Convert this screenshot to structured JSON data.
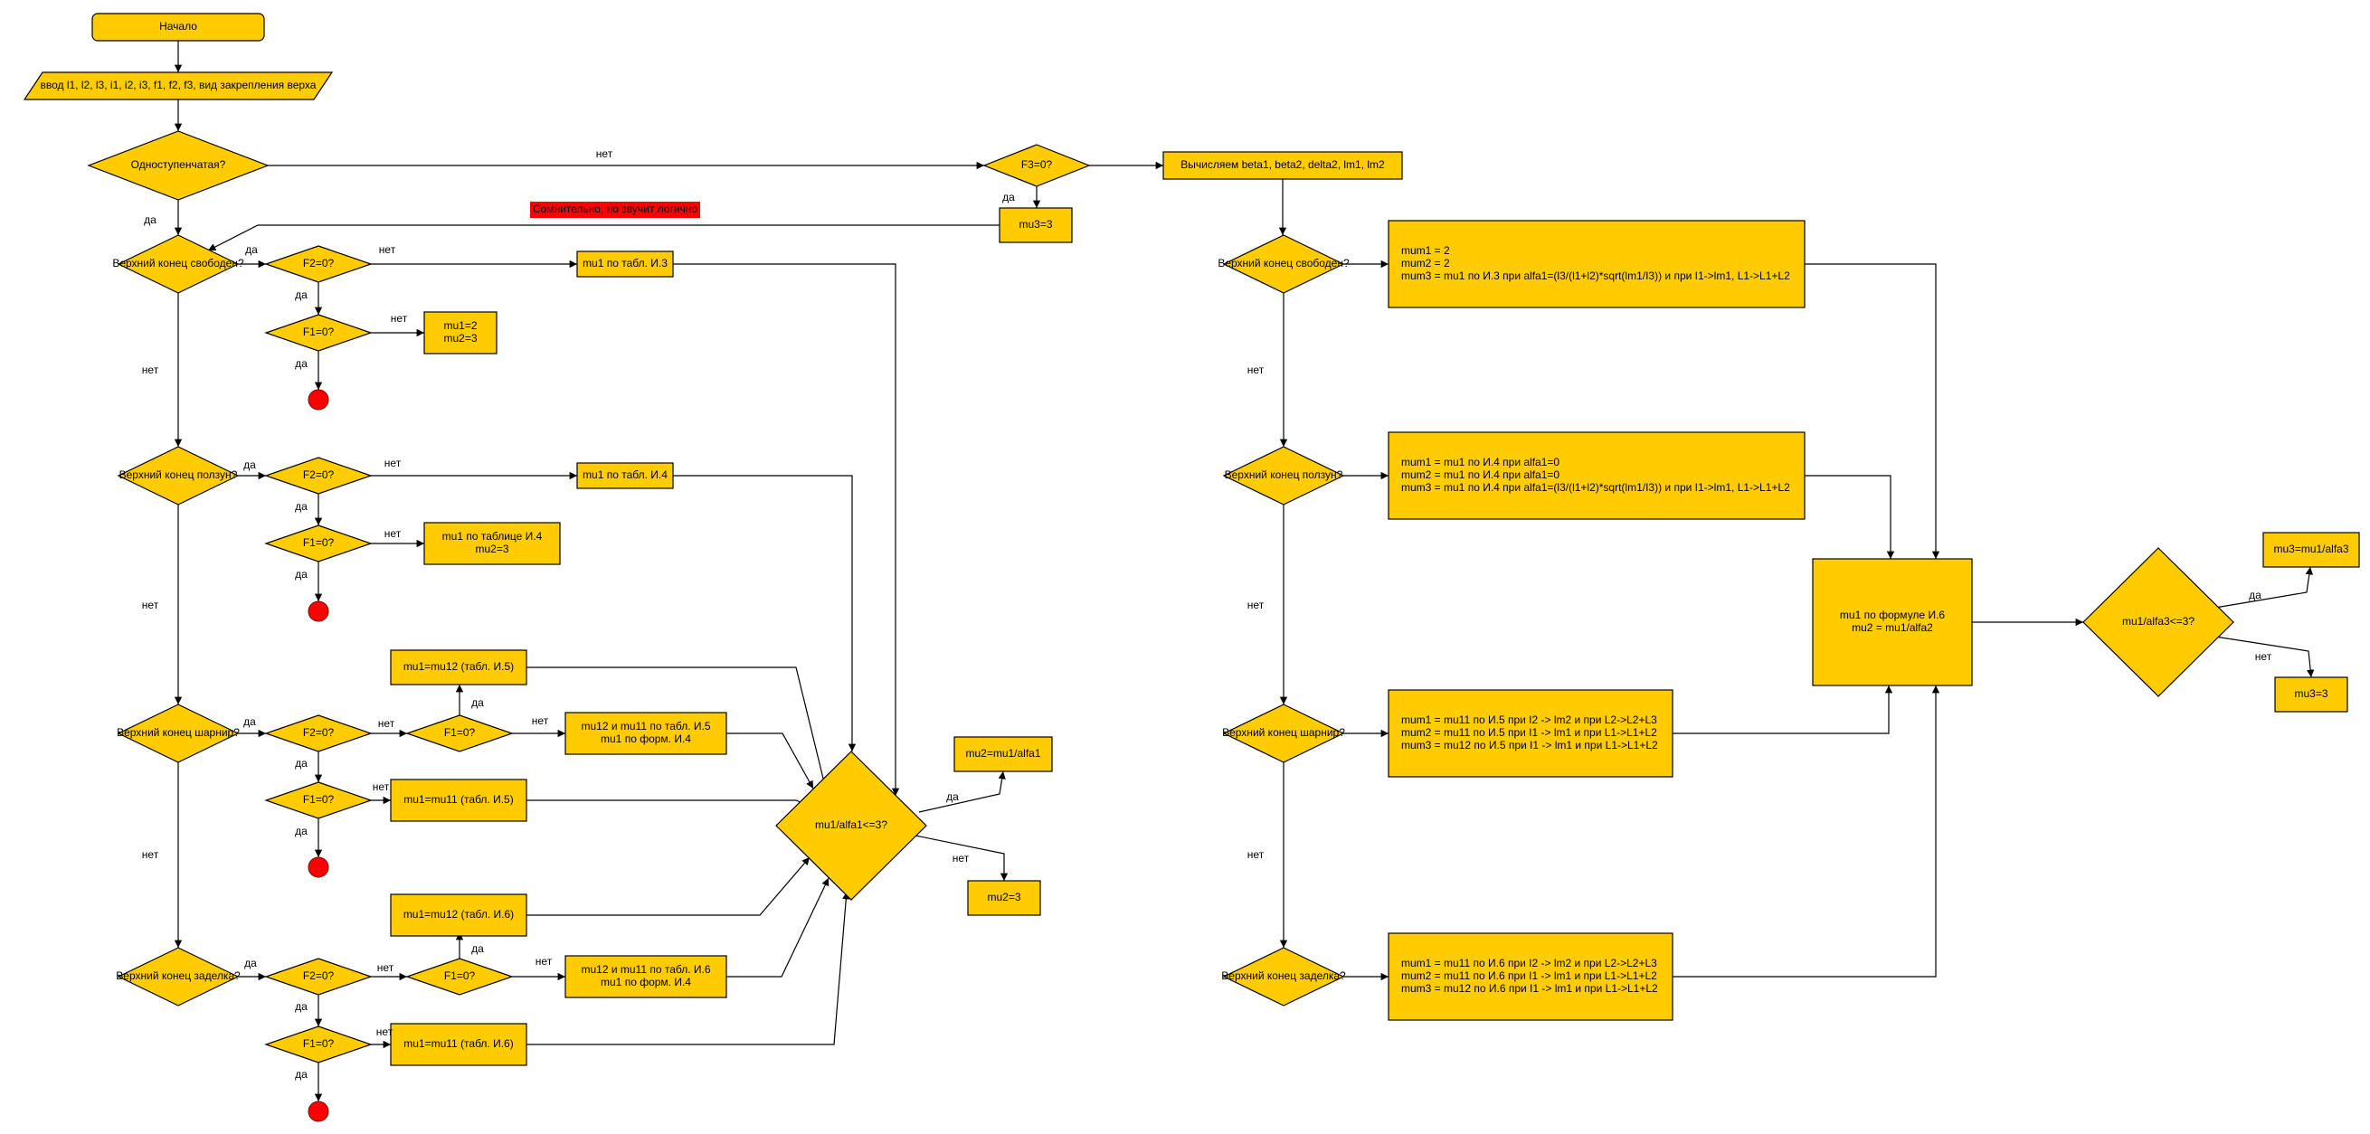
{
  "diagram": {
    "nodes": {
      "start": "Начало",
      "input": "ввод l1, l2, l3, i1, i2, i3, f1, f2, f3, вид закрепления верха",
      "one_stage": "Одноступенчатая?",
      "f3": "F3=0?",
      "mu3_3_top": "mu3=3",
      "calc_beta": "Вычисляем beta1, beta2, delta2, lm1, lm2",
      "free_l": "Верхний конец свободен?",
      "f2_free": "F2=0?",
      "mu1_t3": "mu1 по табл. И.3",
      "f1_free": "F1=0?",
      "mu12_23": "mu1=2\nmu2=3",
      "slider_l": "Верхний конец ползун?",
      "f2_slider": "F2=0?",
      "mu1_t4": "mu1 по табл. И.4",
      "f1_slider": "F1=0?",
      "mu1_tab4_mu2": "mu1 по таблице И.4\nmu2=3",
      "mu1_mu12_t5": "mu1=mu12 (табл. И.5)",
      "hinge_l": "Верхний конец шарнир?",
      "f2_hinge": "F2=0?",
      "f1_hinge_a": "F1=0?",
      "mu12_mu11_t5": "mu12 и mu11 по табл. И.5\nmu1 по форм. И.4",
      "f1_hinge_b": "F1=0?",
      "mu1_mu11_t5": "mu1=mu11 (табл. И.5)",
      "mu1_mu12_t6": "mu1=mu12 (табл. И.6)",
      "clamp_l": "Верхний конец заделка?",
      "f2_clamp": "F2=0?",
      "f1_clamp_a": "F1=0?",
      "mu12_mu11_t6": "mu12 и mu11 по табл. И.6\nmu1 по форм. И.4",
      "f1_clamp_b": "F1=0?",
      "mu1_mu11_t6": "mu1=mu11 (табл. И.6)",
      "alfa1_check": "mu1/alfa1<=3?",
      "mu2_alfa1": "mu2=mu1/alfa1",
      "mu2_3": "mu2=3",
      "free_r": "Верхний конец свободен?",
      "free_r_box": "mum1 = 2\nmum2 = 2\nmum3 = mu1 по И.3 при alfa1=(l3/(l1+l2)*sqrt(lm1/I3)) и при I1->lm1, L1->L1+L2",
      "slider_r": "Верхний конец ползун?",
      "slider_r_box": "mum1 = mu1 по И.4 при alfa1=0\nmum2 = mu1 по И.4 при alfa1=0\nmum3 = mu1 по И.4 при alfa1=(l3/(l1+l2)*sqrt(lm1/I3)) и при I1->lm1, L1->L1+L2",
      "hinge_r": "Верхний конец шарнир?",
      "hinge_r_box": "mum1 = mu11 по И.5 при I2 -> lm2 и при L2->L2+L3\nmum2 = mu11 по И.5 при I1 -> lm1 и при L1->L1+L2\nmum3 = mu12 по И.5 при I1 -> lm1 и при L1->L1+L2",
      "clamp_r": "Верхний конец заделка?",
      "clamp_r_box": "mum1 = mu11 по И.6 при I2 -> lm2 и при L2->L2+L3\nmum2 = mu11 по И.6 при I1 -> lm1 и при L1->L1+L2\nmum3 = mu12 по И.6 при I1 -> lm1 и при L1->L1+L2",
      "formula_i6": "mu1 по формуле И.6\nmu2 = mu1/alfa2",
      "alfa3_check": "mu1/alfa3<=3?",
      "mu3_alfa3": "mu3=mu1/alfa3",
      "mu3_3": "mu3=3"
    },
    "note": "Сомнительно, но звучит логично",
    "labels": {
      "yes": "да",
      "no": "нет"
    },
    "colors": {
      "shape_fill": "#ffcc00",
      "terminal": "#ff0000",
      "note_fill": "#ff0000"
    }
  }
}
